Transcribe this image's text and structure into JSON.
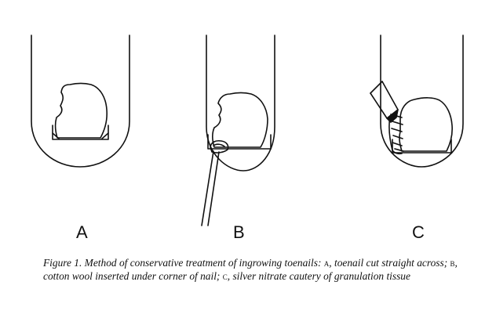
{
  "panels": [
    {
      "id": "A",
      "label": "A"
    },
    {
      "id": "B",
      "label": "B"
    },
    {
      "id": "C",
      "label": "C"
    }
  ],
  "caption": {
    "lead": "Figure 1. Method of conservative treatment of ingrowing toenails: ",
    "a_letter": "a",
    "a_text": ", toenail cut straight across; ",
    "b_letter": "b",
    "b_text": ", cotton wool inserted under corner of nail; ",
    "c_letter": "c",
    "c_text": ", silver nitrate cautery of granulation tissue"
  }
}
